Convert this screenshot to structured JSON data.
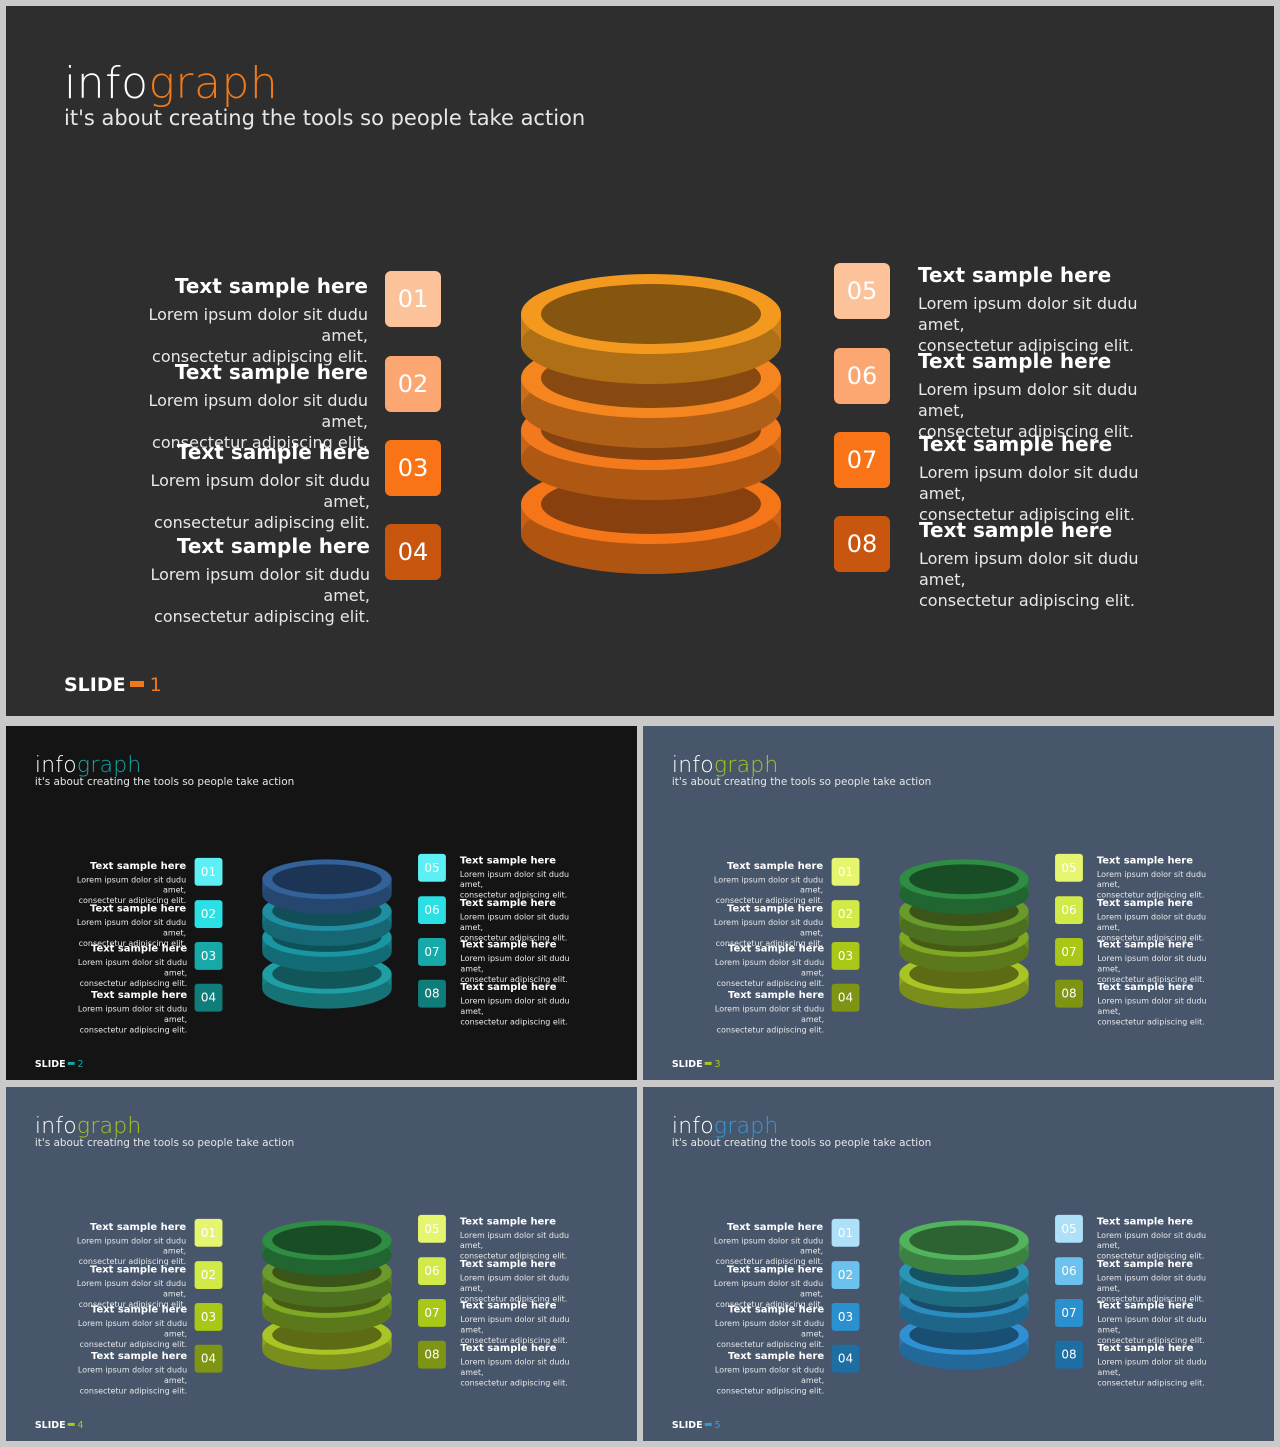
{
  "brand_info": "info",
  "brand_graph": "graph",
  "tagline": "it's about creating the tools so people take action",
  "slide_label": "SLIDE",
  "items": [
    {
      "num": "01",
      "title": "Text sample here",
      "desc1": "Lorem ipsum dolor sit dudu amet,",
      "desc2": "consectetur adipiscing elit."
    },
    {
      "num": "02",
      "title": "Text sample here",
      "desc1": "Lorem ipsum dolor sit dudu amet,",
      "desc2": "consectetur adipiscing elit."
    },
    {
      "num": "03",
      "title": "Text sample here",
      "desc1": "Lorem ipsum dolor sit dudu amet,",
      "desc2": "consectetur adipiscing elit."
    },
    {
      "num": "04",
      "title": "Text sample here",
      "desc1": "Lorem ipsum dolor sit dudu amet,",
      "desc2": "consectetur adipiscing elit."
    },
    {
      "num": "05",
      "title": "Text sample here",
      "desc1": "Lorem ipsum dolor sit dudu amet,",
      "desc2": "consectetur adipiscing elit."
    },
    {
      "num": "06",
      "title": "Text sample here",
      "desc1": "Lorem ipsum dolor sit dudu amet,",
      "desc2": "consectetur adipiscing elit."
    },
    {
      "num": "07",
      "title": "Text sample here",
      "desc1": "Lorem ipsum dolor sit dudu amet,",
      "desc2": "consectetur adipiscing elit."
    },
    {
      "num": "08",
      "title": "Text sample here",
      "desc1": "Lorem ipsum dolor sit dudu amet,",
      "desc2": "consectetur adipiscing elit."
    }
  ],
  "slides": [
    {
      "number": "1",
      "bg": "#2e2e2e",
      "accent": "#f07a1a",
      "rings": [
        "#f39a1e",
        "#f5851e",
        "#f27a1c",
        "#f57519"
      ],
      "badges": [
        "#fcc39b",
        "#fca671",
        "#f87417",
        "#c9560f",
        "#fcc39b",
        "#fca671",
        "#f87417",
        "#c9560f"
      ]
    },
    {
      "number": "2",
      "bg": "#141414",
      "accent": "#19a7a6",
      "rings": [
        "#33619a",
        "#1f8ea0",
        "#1a95a2",
        "#1f9ea3"
      ],
      "badges": [
        "#5cf0f4",
        "#2ae0e4",
        "#17a8a8",
        "#0f7d7a",
        "#5cf0f4",
        "#2ae0e4",
        "#17a8a8",
        "#0f7d7a"
      ]
    },
    {
      "number": "3",
      "bg": "#47566b",
      "accent": "#a7c81c",
      "rings": [
        "#2e8c43",
        "#6b9a2c",
        "#7fa825",
        "#a9c525"
      ],
      "badges": [
        "#e6f56f",
        "#d1ea48",
        "#a9c716",
        "#7d9512",
        "#e6f56f",
        "#d1ea48",
        "#a9c716",
        "#7d9512"
      ]
    },
    {
      "number": "4",
      "bg": "#47566b",
      "accent": "#a7c81c",
      "rings": [
        "#2e8c43",
        "#6b9a2c",
        "#7fa825",
        "#a9c525"
      ],
      "badges": [
        "#e6f56f",
        "#d1ea48",
        "#a9c716",
        "#7d9512",
        "#e6f56f",
        "#d1ea48",
        "#a9c716",
        "#7d9512"
      ]
    },
    {
      "number": "5",
      "bg": "#47566b",
      "accent": "#2f9fd8",
      "rings": [
        "#52b35c",
        "#2a95b5",
        "#2b8cc0",
        "#2f90d3"
      ],
      "badges": [
        "#aee0f8",
        "#6cc2ee",
        "#2a91d0",
        "#1c6ea3",
        "#aee0f8",
        "#6cc2ee",
        "#2a91d0",
        "#1c6ea3"
      ]
    }
  ]
}
